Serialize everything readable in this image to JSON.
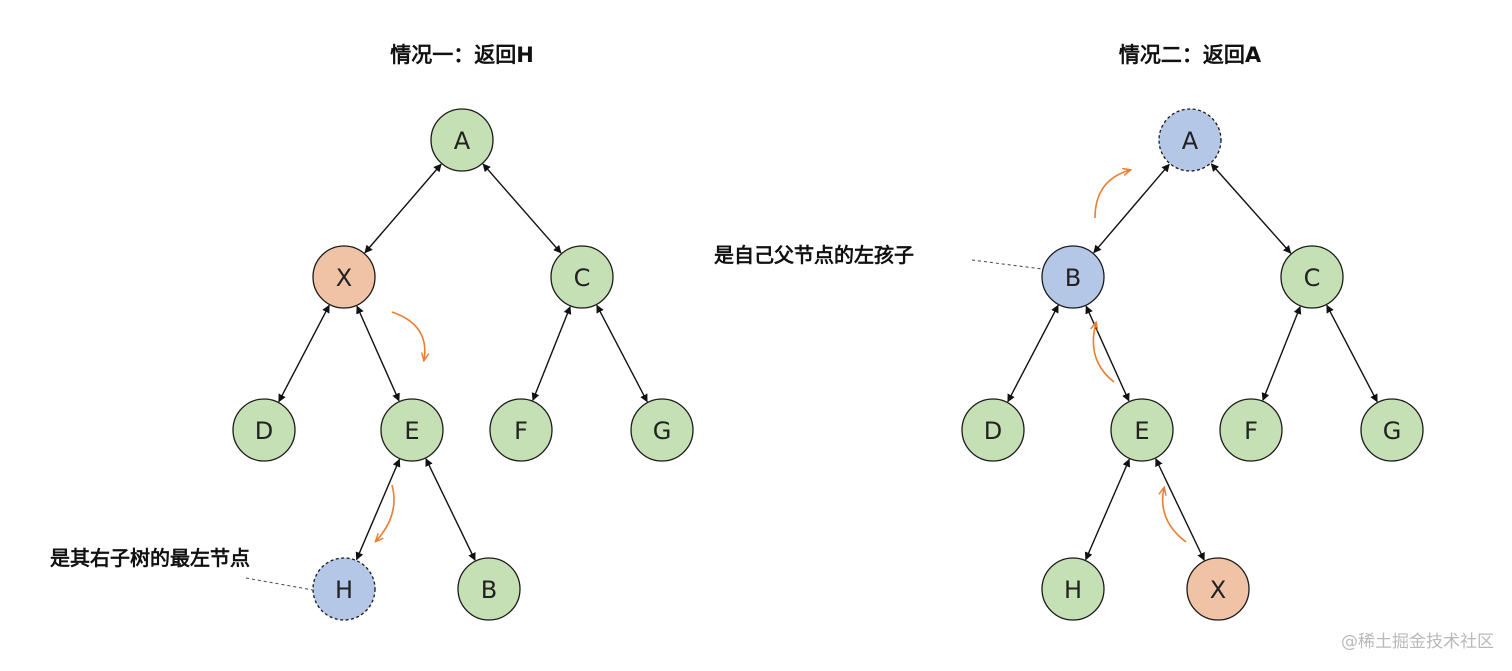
{
  "colors": {
    "green": "#c5e0b4",
    "orange": "#f0c2a6",
    "blue": "#b4c7e7",
    "arrow": "#111111",
    "curved_arrow": "#ed7d31"
  },
  "panels": [
    {
      "id": "left",
      "title": "情况一：返回H",
      "annotation": "是其右子树的最左节点",
      "nodes": [
        {
          "id": "A",
          "label": "A",
          "fill": "green"
        },
        {
          "id": "X",
          "label": "X",
          "fill": "orange"
        },
        {
          "id": "C",
          "label": "C",
          "fill": "green"
        },
        {
          "id": "D",
          "label": "D",
          "fill": "green"
        },
        {
          "id": "E",
          "label": "E",
          "fill": "green"
        },
        {
          "id": "F",
          "label": "F",
          "fill": "green"
        },
        {
          "id": "G",
          "label": "G",
          "fill": "green"
        },
        {
          "id": "H",
          "label": "H",
          "fill": "blue",
          "dashed": true
        },
        {
          "id": "B",
          "label": "B",
          "fill": "green"
        }
      ],
      "edges": [
        [
          "A",
          "X"
        ],
        [
          "A",
          "C"
        ],
        [
          "X",
          "D"
        ],
        [
          "X",
          "E"
        ],
        [
          "C",
          "F"
        ],
        [
          "C",
          "G"
        ],
        [
          "E",
          "H"
        ],
        [
          "E",
          "B"
        ]
      ]
    },
    {
      "id": "right",
      "title": "情况二：返回A",
      "annotation": "是自己父节点的左孩子",
      "nodes": [
        {
          "id": "A",
          "label": "A",
          "fill": "blue",
          "dashed": true
        },
        {
          "id": "B",
          "label": "B",
          "fill": "blue"
        },
        {
          "id": "C",
          "label": "C",
          "fill": "green"
        },
        {
          "id": "D",
          "label": "D",
          "fill": "green"
        },
        {
          "id": "E",
          "label": "E",
          "fill": "green"
        },
        {
          "id": "F",
          "label": "F",
          "fill": "green"
        },
        {
          "id": "G",
          "label": "G",
          "fill": "green"
        },
        {
          "id": "H",
          "label": "H",
          "fill": "green"
        },
        {
          "id": "X",
          "label": "X",
          "fill": "orange"
        }
      ],
      "edges": [
        [
          "A",
          "B"
        ],
        [
          "A",
          "C"
        ],
        [
          "B",
          "D"
        ],
        [
          "B",
          "E"
        ],
        [
          "C",
          "F"
        ],
        [
          "C",
          "G"
        ],
        [
          "E",
          "H"
        ],
        [
          "E",
          "X"
        ]
      ]
    }
  ],
  "watermark": "@稀土掘金技术社区"
}
